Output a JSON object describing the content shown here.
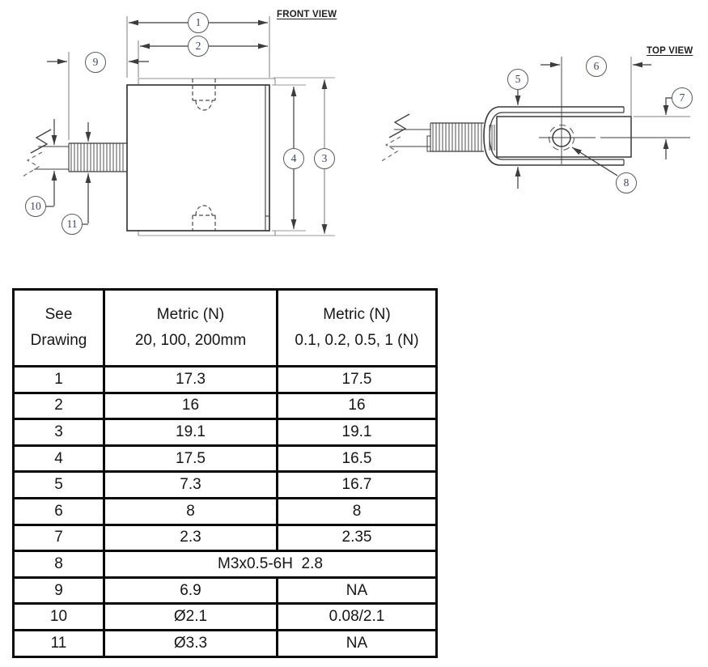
{
  "front_view": {
    "label": "FRONT VIEW"
  },
  "top_view": {
    "label": "TOP VIEW"
  },
  "balloons": [
    "1",
    "2",
    "3",
    "4",
    "5",
    "6",
    "7",
    "8",
    "9",
    "10",
    "11"
  ],
  "table": {
    "headers": [
      {
        "line1": "See",
        "line2": "Drawing"
      },
      {
        "line1": "Metric (N)",
        "line2": "20, 100, 200mm"
      },
      {
        "line1": "Metric (N)",
        "line2": "0.1, 0.2, 0.5, 1 (N)"
      }
    ],
    "rows": [
      {
        "ref": "1",
        "metric_large": "17.3",
        "metric_small": "17.5"
      },
      {
        "ref": "2",
        "metric_large": "16",
        "metric_small": "16"
      },
      {
        "ref": "3",
        "metric_large": "19.1",
        "metric_small": "19.1"
      },
      {
        "ref": "4",
        "metric_large": "17.5",
        "metric_small": "16.5"
      },
      {
        "ref": "5",
        "metric_large": "7.3",
        "metric_small": "16.7"
      },
      {
        "ref": "6",
        "metric_large": "8",
        "metric_small": "8"
      },
      {
        "ref": "7",
        "metric_large": "2.3",
        "metric_small": "2.35"
      },
      {
        "ref": "8",
        "span": "M3x0.5-6H  2.8"
      },
      {
        "ref": "9",
        "metric_large": "6.9",
        "metric_small": "NA"
      },
      {
        "ref": "10",
        "metric_large": "Ø2.1",
        "metric_small": "0.08/2.1"
      },
      {
        "ref": "11",
        "metric_large": "Ø3.3",
        "metric_small": "NA"
      }
    ]
  },
  "colors": {
    "line": "#3c3c3c",
    "light_line": "#8f8f8f",
    "table_border": "#0a0a0a",
    "balloon_text": "#3a4566"
  }
}
